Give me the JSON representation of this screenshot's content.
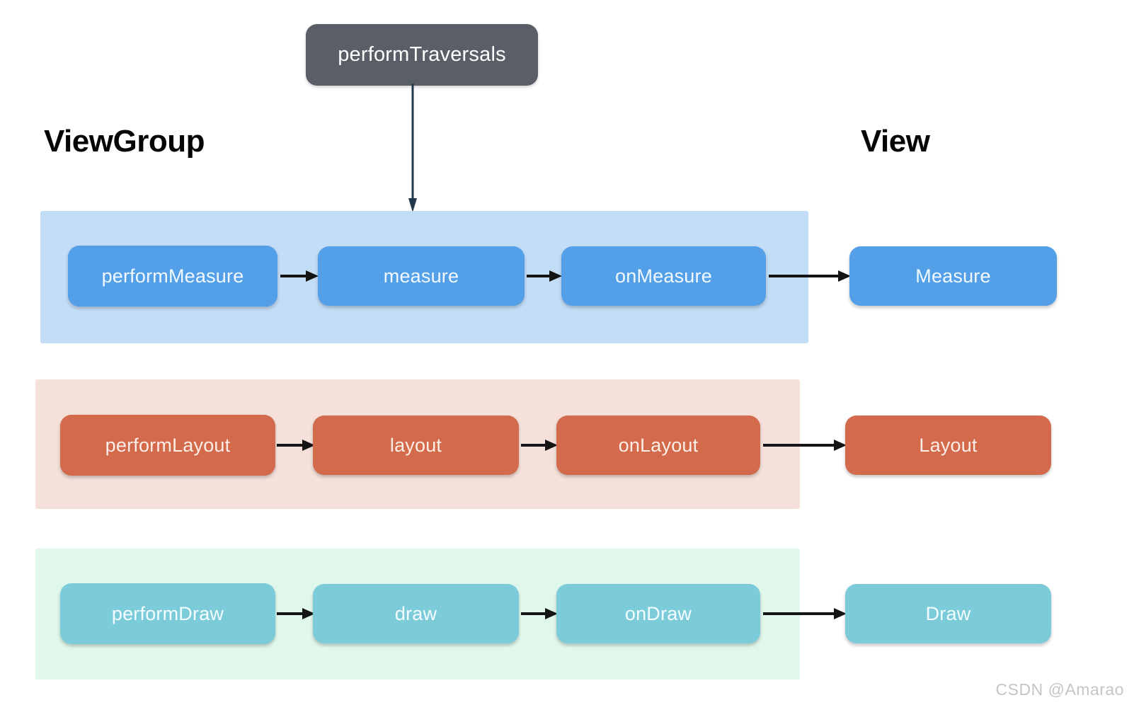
{
  "diagram": {
    "title_node": {
      "label": "performTraversals"
    },
    "headings": {
      "left": "ViewGroup",
      "right": "View"
    },
    "colors": {
      "top_node_bg": "#5a5e66",
      "measure_band_bg": "#c3ddf7",
      "measure_pill_bg": "#539fe8",
      "layout_band_bg": "#f5e0da",
      "layout_pill_bg": "#d26a4b",
      "draw_band_bg": "#e0f8ec",
      "draw_pill_bg": "#7ccbd9",
      "arrow": "#151515",
      "vertical_arrow": "#22384d",
      "heading_text": "#050505",
      "watermark_text": "#c2c6c9"
    },
    "rows": [
      {
        "id": "measure",
        "viewgroup_steps": [
          "performMeasure",
          "measure",
          "onMeasure"
        ],
        "view_step": "Measure"
      },
      {
        "id": "layout",
        "viewgroup_steps": [
          "performLayout",
          "layout",
          "onLayout"
        ],
        "view_step": "Layout"
      },
      {
        "id": "draw",
        "viewgroup_steps": [
          "performDraw",
          "draw",
          "onDraw"
        ],
        "view_step": "Draw"
      }
    ]
  },
  "watermark": {
    "text": "CSDN @Amarao"
  }
}
